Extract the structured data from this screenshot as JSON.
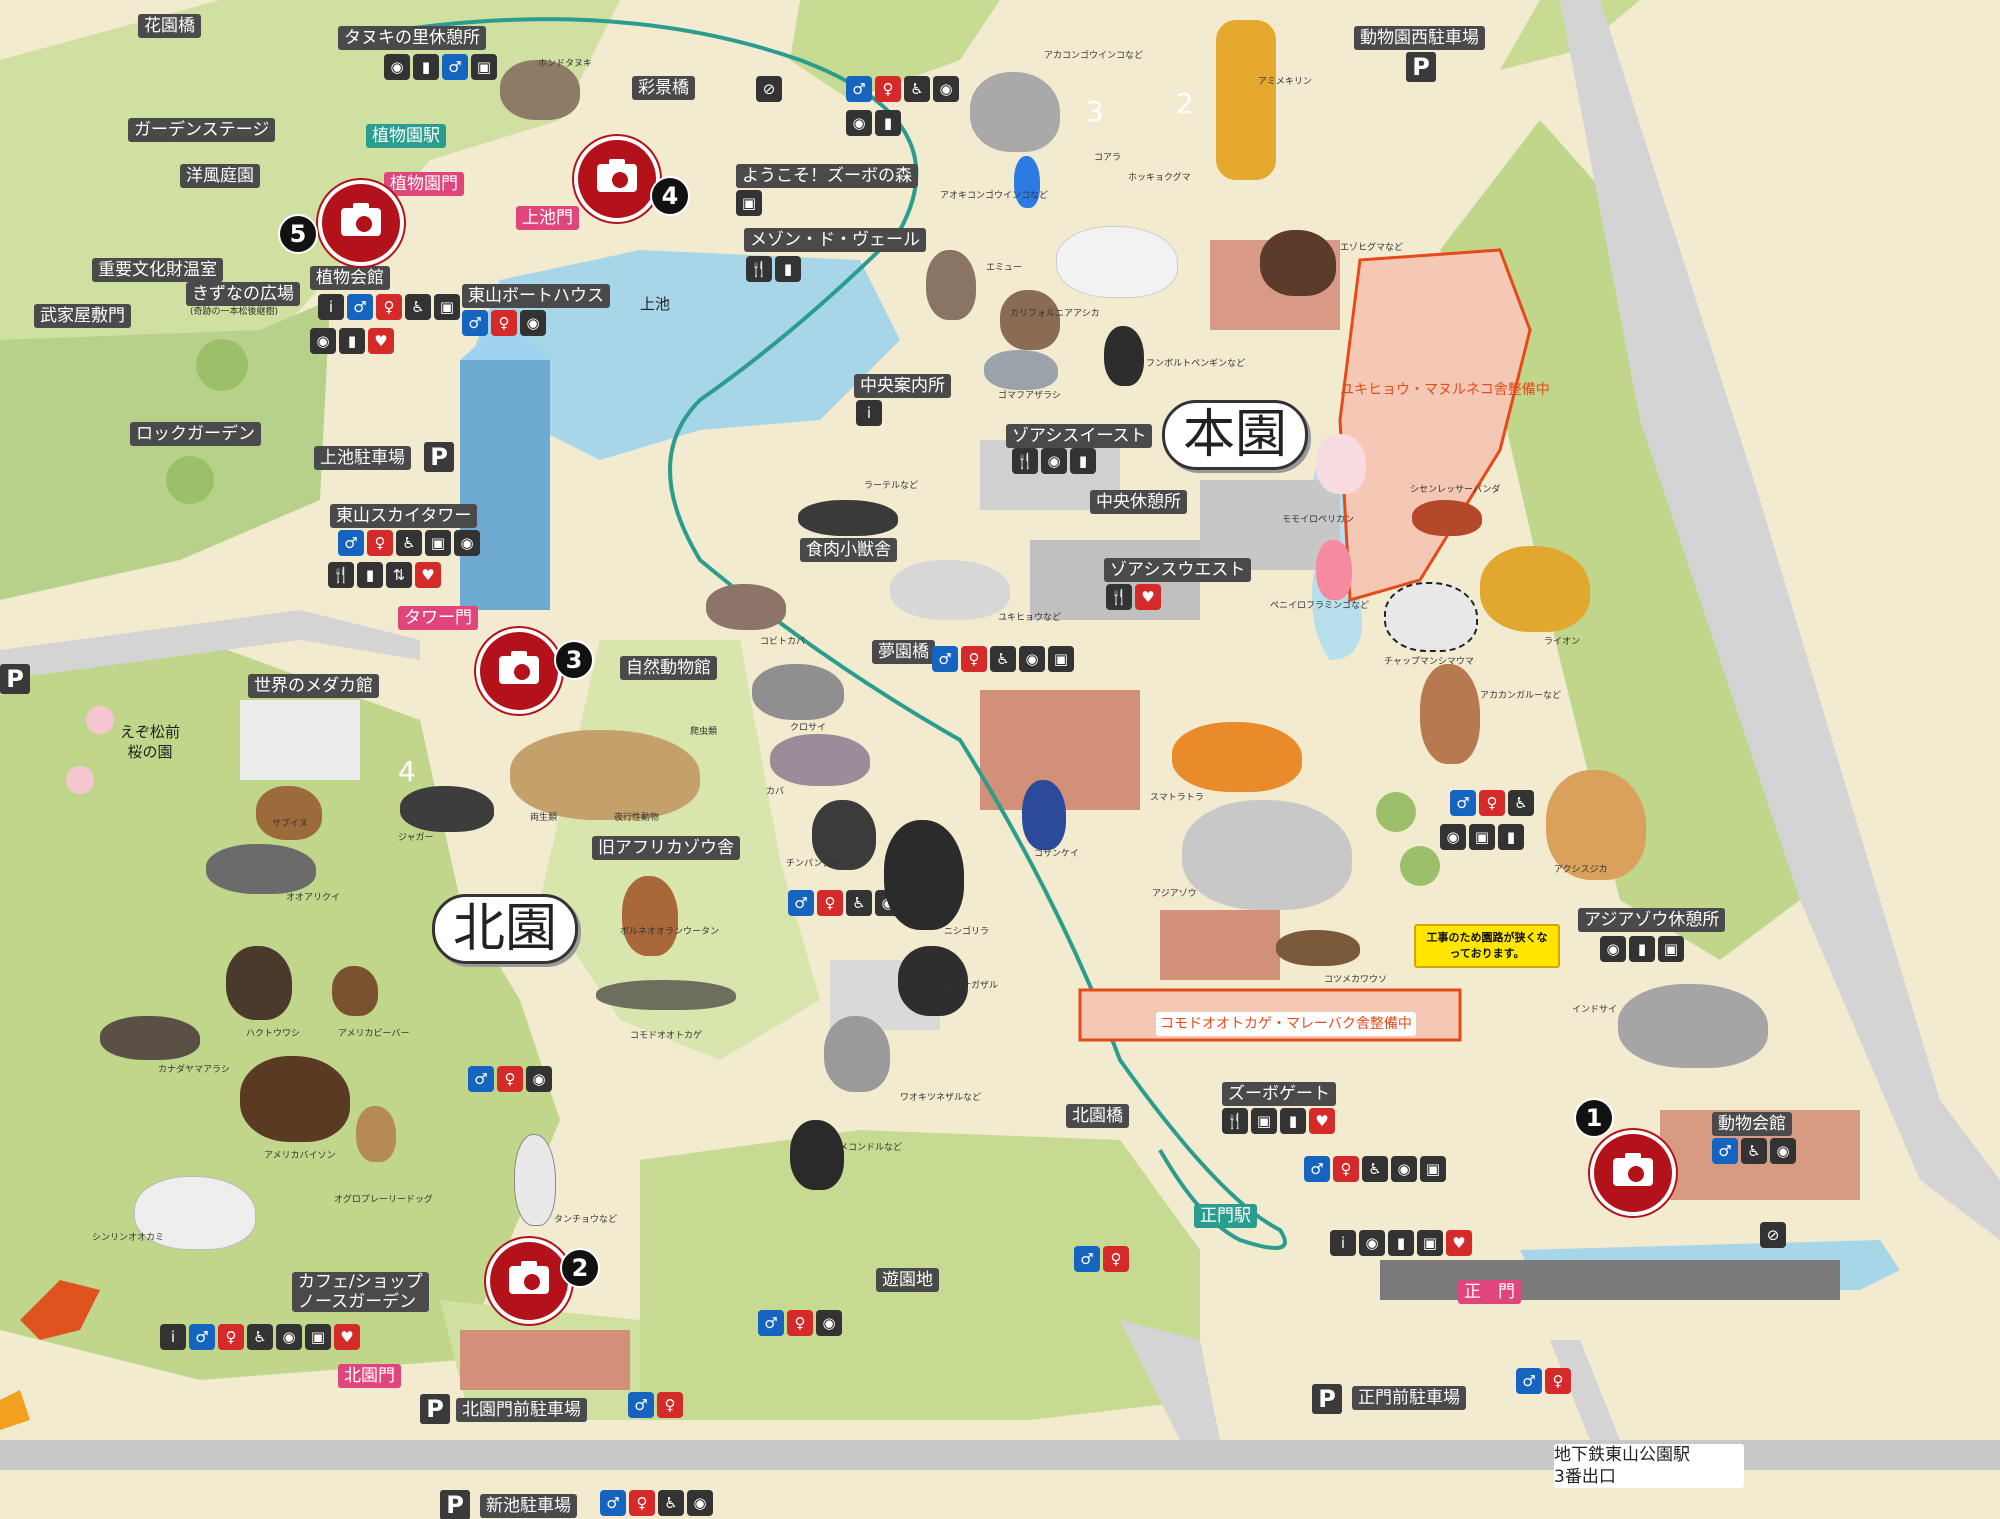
{
  "map": {
    "areas": {
      "main_garden": "本園",
      "north_garden": "北園"
    },
    "labels": {
      "hanazono_bashi": "花園橋",
      "tanuki_rest": "タヌキの里休憩所",
      "saikei_bashi": "彩景橋",
      "garden_stage": "ガーデンステージ",
      "western_garden": "洋風庭園",
      "botanical_gate": "植物園門",
      "botanical_station": "植物園駅",
      "greenhouse": "重要文化財温室",
      "plant_hall": "植物会館",
      "kizuna": "きずなの広場",
      "kizuna_sub": "(奇跡の一本松後継樹)",
      "samurai_house": "武家屋敷門",
      "rock_garden": "ロックガーデン",
      "kamiike_parking": "上池駐車場",
      "kamiike_gate": "上池門",
      "boathouse": "東山ボートハウス",
      "kamiike": "上池",
      "welcome_zoo": "ようこそ！ズーボの森",
      "mezon": "メゾン・ド・ヴェール",
      "info_center": "中央案内所",
      "sky_tower": "東山スカイタワー",
      "tower_gate": "タワー門",
      "carnivore": "食肉小獣舎",
      "oasis_east": "ゾアシスイースト",
      "central_rest": "中央休憩所",
      "oasis_west": "ゾアシスウエスト",
      "yume_bashi": "夢園橋",
      "nature_zoo": "自然動物館",
      "medaka": "世界のメダカ館",
      "ezo_garden": "えぞ松前\n桜の園",
      "old_elephant": "旧アフリカゾウ舎",
      "zoo_west_parking": "動物園西駐車場",
      "snow_leopard_works": "ユキヒョウ・マヌルネコ舎整備中",
      "komodo_works": "コモドオオトカゲ・マレーバク舎整備中",
      "construction_note": "工事のため園路が狭くなっております。",
      "asian_elephant_rest": "アジアゾウ休憩所",
      "zoobo_gate": "ズーボゲート",
      "kitaen_bashi": "北園橋",
      "zoo_hall": "動物会館",
      "main_station": "正門駅",
      "main_gate": "正　門",
      "amusement": "遊園地",
      "cafe": "カフェ/ショップ\nノースガーデン",
      "north_gate": "北園門",
      "north_gate_parking": "北園門前駐車場",
      "main_gate_parking": "正門前駐車場",
      "new_pond_parking": "新池駐車場",
      "subway": "地下鉄東山公園駅\n3番出口"
    },
    "animals": [
      "ホンドタヌキ",
      "アカコンゴウインコなど",
      "アミメキリン",
      "コアラ",
      "アオキコンゴウインコなど",
      "ホッキョクグマ",
      "エミュー",
      "エゾヒグマなど",
      "カリフォルニアアシカ",
      "フンボルトペンギンなど",
      "ゴマフアザラシ",
      "ラーテルなど",
      "モモイロペリカン",
      "シセンレッサーパンダ",
      "ユキヒョウなど",
      "ペニイロフラミンゴなど",
      "ライオン",
      "コビトカバ",
      "チャップマンシマウマ",
      "アカカンガルーなど",
      "クロサイ",
      "カバ",
      "スマトラトラ",
      "アクシスジカ",
      "チンパンジー",
      "ニシゴリラ",
      "コサンケイ",
      "アジアゾウ",
      "サブイヌ",
      "ジャガー",
      "オオアリクイ",
      "ボルネオオランウータン",
      "コツメカワウソ",
      "インドサイ",
      "ハクトウワシ",
      "アメリカビーバー",
      "カナダヤマアラシ",
      "コモドオオトカゲ",
      "フクロテナガザル",
      "ワオキツネザルなど",
      "アメリカバイソン",
      "オグロプレーリードッグ",
      "ヒメコンドルなど",
      "タンチョウなど",
      "シンリンオオカミ",
      "爬虫類",
      "両生類",
      "夜行性動物"
    ],
    "photo_spots": [
      "1",
      "2",
      "3",
      "4",
      "5"
    ],
    "numbers": [
      "2",
      "3",
      "4"
    ],
    "icons": {
      "info": "i",
      "toilet_m": "♂",
      "toilet_f": "♀",
      "wheelchair": "♿",
      "baby": "◉",
      "smoke": "⊘",
      "restaurant": "🍴",
      "drink": "▮",
      "shop": "▣",
      "aed": "♥",
      "elevator": "⇅",
      "parking": "P"
    }
  }
}
